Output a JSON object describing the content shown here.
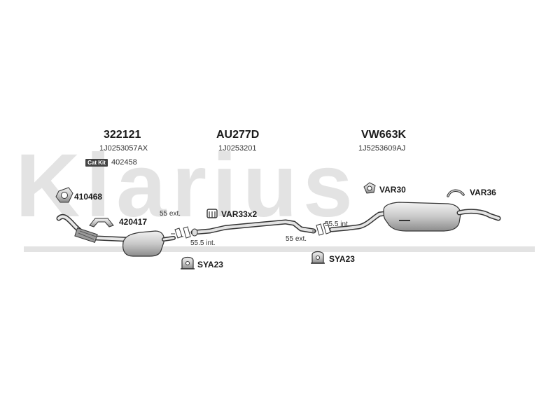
{
  "watermark": {
    "brand": "Klarius"
  },
  "groups": [
    {
      "code": "322121",
      "ref": "1J0253057AX"
    },
    {
      "code": "AU277D",
      "ref": "1J0253201"
    },
    {
      "code": "VW663K",
      "ref": "1J5253609AJ"
    }
  ],
  "catkit": {
    "badge": "Cat Kit",
    "code": "402458"
  },
  "parts": {
    "gasket": "410468",
    "bracket": "420417",
    "clamp_mid": "VAR33x2",
    "hanger_rear1": "VAR30",
    "hanger_rear2": "VAR36",
    "mount_left": "SYA23",
    "mount_right": "SYA23"
  },
  "dimensions": {
    "ext_left_top": "55 ext.",
    "int_left_bottom": "55.5 int.",
    "int_right_top": "55.5 int.",
    "ext_right_bottom": "55 ext."
  },
  "colors": {
    "watermark": "#e3e3e3",
    "line": "#333333",
    "fill": "#d4d4d4"
  },
  "icons": [
    "gasket-icon",
    "bracket-icon",
    "clamp-icon",
    "hanger-icon",
    "mount-icon",
    "front-pipe-icon",
    "catalyst-icon",
    "middle-pipe-icon",
    "rear-silencer-icon"
  ]
}
